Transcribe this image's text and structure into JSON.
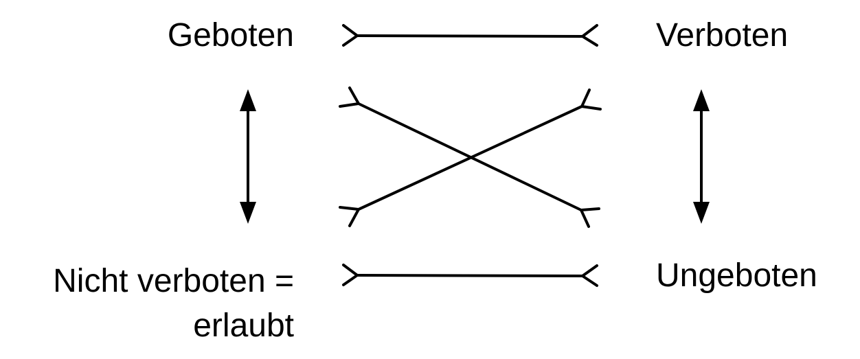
{
  "labels": {
    "top_left": "Geboten",
    "top_right": "Verboten",
    "bottom_left_line1": "Nicht verboten =",
    "bottom_left_line2": "erlaubt",
    "bottom_right": "Ungeboten"
  }
}
